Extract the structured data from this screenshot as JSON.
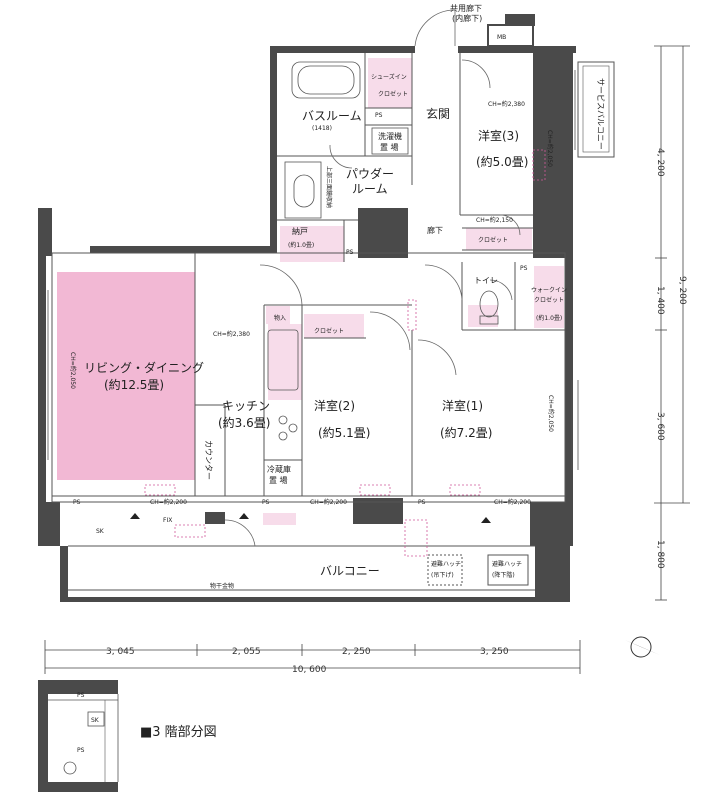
{
  "labels": {
    "common_corridor": "共用廊下",
    "common_corridor_sub": "(内廊下)",
    "mb": "MB",
    "service_balcony": "サービスバルコニー",
    "shoes_in_closet": "シューズイン",
    "shoes_in_closet_2": "クロゼット",
    "entrance": "玄関",
    "bathroom": "バスルーム",
    "bathroom_size": "(1418)",
    "washer": "洗濯機",
    "washer_2": "置 場",
    "western3": "洋室(3)",
    "western3_size": "(約5.0畳)",
    "powder_room": "パウダー",
    "powder_room_2": "ルーム",
    "dryer_note": "上部三面鏡収納",
    "storage": "納戸",
    "storage_size": "(約1.0畳)",
    "corridor": "廊下",
    "closet": "クロゼット",
    "toilet": "トイレ",
    "walkin": "ウォークイン",
    "walkin_2": "クロゼット",
    "walkin_size": "(約1.0畳)",
    "living_dining": "リビング・ダイニング",
    "living_dining_size": "(約12.5畳)",
    "pantry": "物入",
    "kitchen": "キッチン",
    "kitchen_size": "(約3.6畳)",
    "counter": "カウンター",
    "fridge": "冷蔵庫",
    "fridge_2": "置 場",
    "western2": "洋室(2)",
    "western2_size": "(約5.1畳)",
    "western1": "洋室(1)",
    "western1_size": "(約7.2畳)",
    "balcony": "バルコニー",
    "laundry_rail": "物干金物",
    "hatch1": "避難ハッチ",
    "hatch1_sub": "(吊下げ)",
    "hatch2": "避難ハッチ",
    "hatch2_sub": "(降下階)",
    "ps": "PS",
    "sk": "SK",
    "fix": "FIX",
    "floor_caption": "■3 階部分図"
  },
  "ceiling_heights": {
    "western3": "CH=約2,380",
    "living": "CH=約2,380",
    "closet": "CH=約2,150",
    "w3_side": "CH=約2,050",
    "living_side": "CH=約2,050",
    "w1_side": "CH=約2,050",
    "living_bottom": "CH=約2,200",
    "w2_bottom": "CH=約2,200",
    "w1_bottom": "CH=約2,200"
  },
  "dimensions": {
    "bottom": [
      "3, 045",
      "2, 055",
      "2, 250",
      "3, 250"
    ],
    "bottom_total": "10, 600",
    "right": [
      "4, 200",
      "1, 400",
      "3, 600",
      "1, 800"
    ],
    "right_total": "9, 200"
  },
  "colors": {
    "wall": "#4a4a4a",
    "pink_floor": "#f2b8d4",
    "pink_light": "#f7dcea",
    "line": "#555555"
  }
}
